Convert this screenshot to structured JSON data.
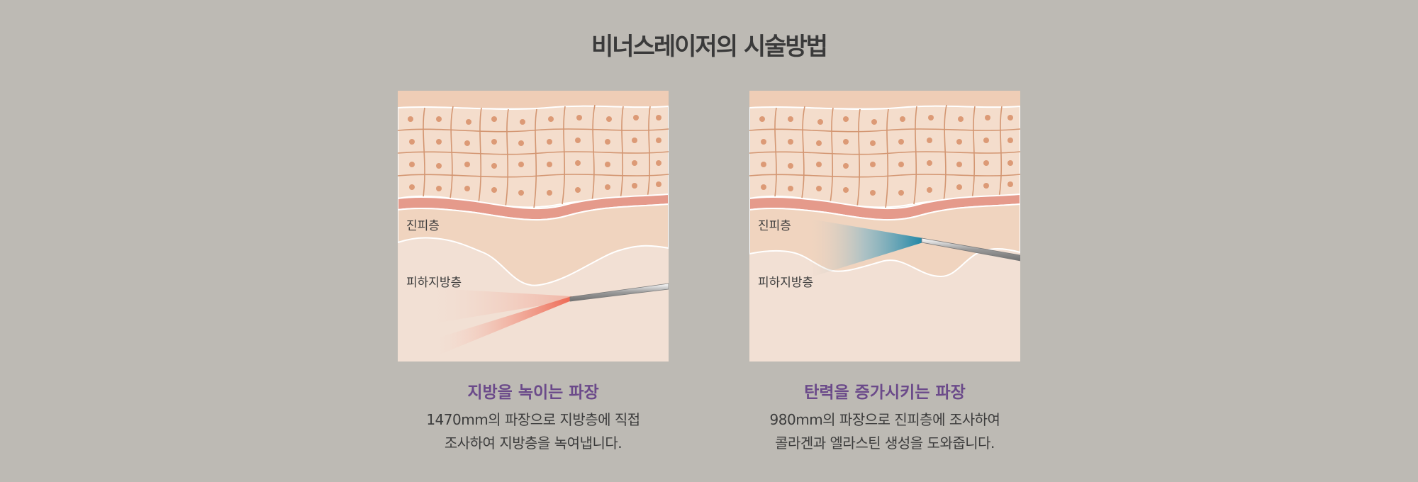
{
  "page": {
    "title": "비너스레이저의 시술방법"
  },
  "panels": [
    {
      "layers": {
        "dermis": "진피층",
        "fat": "피하지방층"
      },
      "beam_color": "#ee6a55",
      "title": "지방을 녹이는 파장",
      "desc_line1": "1470mm의 파장으로 지방층에 직접",
      "desc_line2": "조사하여 지방층을 녹여냅니다."
    },
    {
      "layers": {
        "dermis": "진피층",
        "fat": "피하지방층"
      },
      "beam_color": "#1f86a6",
      "title": "탄력을 증가시키는 파장",
      "desc_line1": "980mm의 파장으로 진피층에 조사하여",
      "desc_line2": "콜라겐과 엘라스틴 생성을 도와줍니다."
    }
  ],
  "colors": {
    "background": "#bdbab4",
    "skin_top": "#efcdb6",
    "epidermis": "#f4ddcc",
    "cell_dot": "#dc9a76",
    "cell_line": "#d39672",
    "red_band": "#e59a8b",
    "dermis": "#f0d4bf",
    "fat": "#f2e0d4",
    "accent_purple": "#6b4a8a"
  }
}
